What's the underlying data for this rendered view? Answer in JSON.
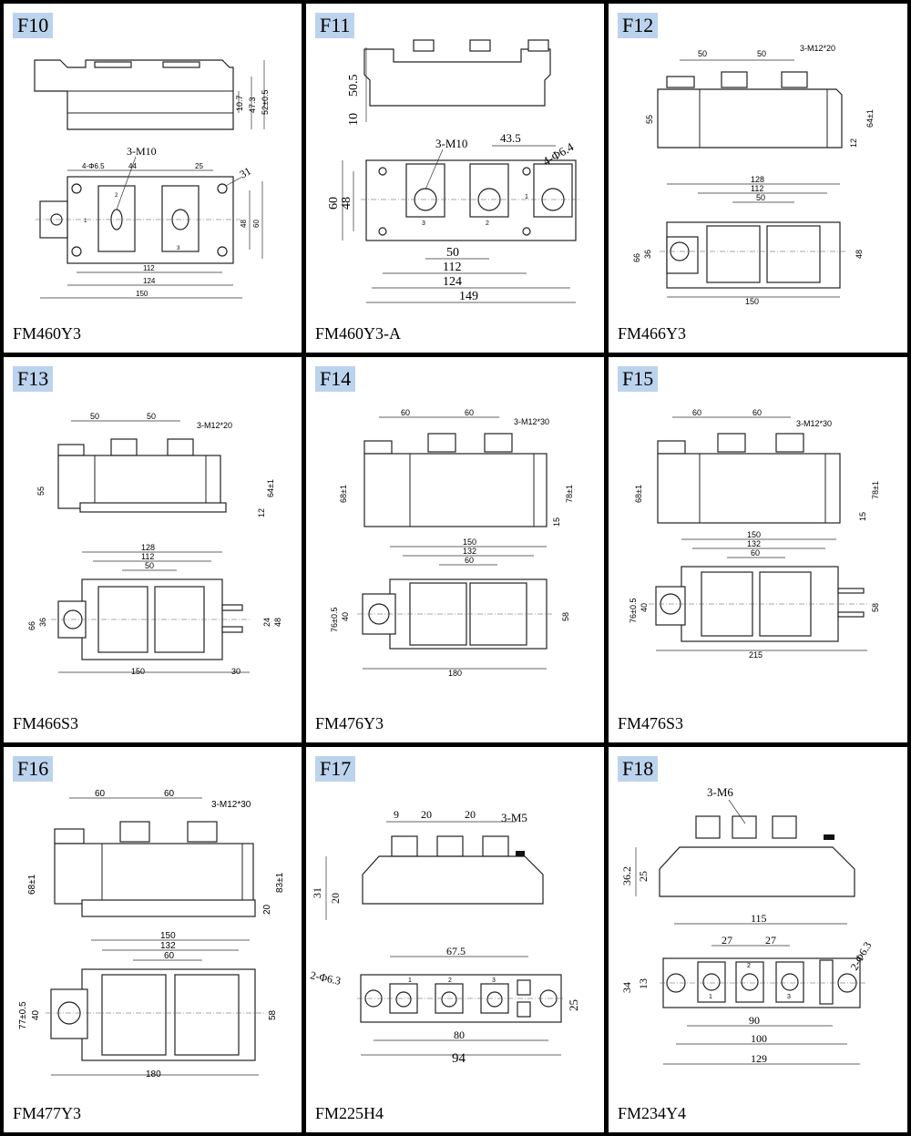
{
  "panels": [
    {
      "id": "F10",
      "model": "FM460Y3",
      "dims": [
        "10.7",
        "47.3",
        "52±0.5",
        "3-M10",
        "4-Φ6.5",
        "44",
        "25",
        "31",
        "48",
        "60",
        "112",
        "124",
        "150",
        "1",
        "2",
        "3"
      ]
    },
    {
      "id": "F11",
      "model": "FM460Y3-A",
      "dims": [
        "50.5",
        "10",
        "3-M10",
        "43.5",
        "4-Φ6.4",
        "60",
        "48",
        "50",
        "112",
        "124",
        "149",
        "1",
        "2",
        "3"
      ]
    },
    {
      "id": "F12",
      "model": "FM466Y3",
      "dims": [
        "50",
        "50",
        "3-M12*20",
        "55",
        "64±1",
        "12",
        "128",
        "112",
        "50",
        "66",
        "36",
        "48",
        "150"
      ]
    },
    {
      "id": "F13",
      "model": "FM466S3",
      "dims": [
        "50",
        "50",
        "3-M12*20",
        "55",
        "64±1",
        "12",
        "128",
        "112",
        "50",
        "66",
        "36",
        "24",
        "48",
        "150",
        "30"
      ]
    },
    {
      "id": "F14",
      "model": "FM476Y3",
      "dims": [
        "60",
        "60",
        "3-M12*30",
        "68±1",
        "78±1",
        "15",
        "150",
        "132",
        "60",
        "76±0.5",
        "40",
        "58",
        "180"
      ]
    },
    {
      "id": "F15",
      "model": "FM476S3",
      "dims": [
        "60",
        "60",
        "3-M12*30",
        "68±1",
        "78±1",
        "15",
        "150",
        "132",
        "60",
        "76±0.5",
        "40",
        "58",
        "215"
      ]
    },
    {
      "id": "F16",
      "model": "FM477Y3",
      "dims": [
        "60",
        "60",
        "3-M12*30",
        "68±1",
        "83±1",
        "20",
        "150",
        "132",
        "60",
        "77±0.5",
        "40",
        "58",
        "180"
      ]
    },
    {
      "id": "F17",
      "model": "FM225H4",
      "dims": [
        "9",
        "20",
        "20",
        "3-M5",
        "31",
        "20",
        "2-Φ6.3",
        "67.5",
        "25",
        "80",
        "94",
        "1",
        "2",
        "3"
      ]
    },
    {
      "id": "F18",
      "model": "FM234Y4",
      "dims": [
        "3-M6",
        "36.2",
        "25",
        "115",
        "27",
        "27",
        "2-Φ6.3",
        "34",
        "13",
        "90",
        "100",
        "129",
        "1",
        "2",
        "3"
      ]
    }
  ],
  "colors": {
    "tag_bg": "#bcd3ee",
    "border": "#000000",
    "line": "#222222"
  }
}
